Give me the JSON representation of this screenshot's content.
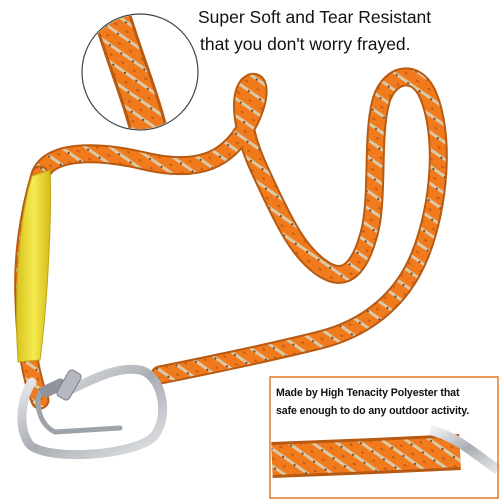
{
  "headline": {
    "line1": "Super Soft and Tear Resistant",
    "line2": "that you don't worry frayed."
  },
  "detail_caption": {
    "line1": "Made by High Tenacity Polyester that",
    "line2": "safe enough to do any outdoor activity."
  },
  "colors": {
    "rope": "#f07a1c",
    "rope_fleck": "#d9c9a6",
    "sleeve": "#f2e23a",
    "carabiner": "#c9ccd1",
    "inset_border": "#444444",
    "detail_border": "#e47a26"
  }
}
